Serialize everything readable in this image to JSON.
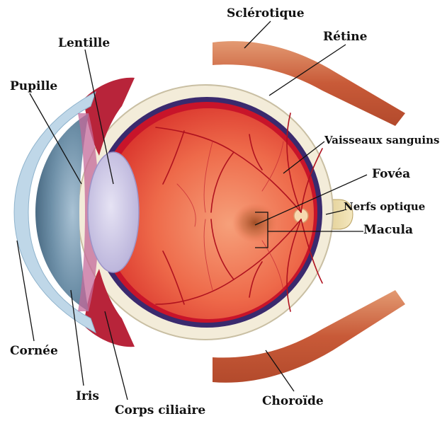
{
  "labels": {
    "sclerotique": "Sclérotique",
    "lentille": "Lentille",
    "retine": "Rétine",
    "pupille": "Pupille",
    "vaisseaux": "Vaisseaux sanguins",
    "fovea": "Fovéa",
    "nerfs": "Nerfs optique",
    "macula": "Macula",
    "cornee": "Cornée",
    "iris": "Iris",
    "choroide": "Choroïde",
    "corps": "Corps ciliaire"
  },
  "colors": {
    "sclera": "#f3ecd9",
    "choroid": "#3a2a6e",
    "retina_blood": "#c8142a",
    "vitreous": "#e8533f",
    "lens": "#cdc8e6",
    "iris": "#6f8fa8",
    "muscle": "#c7613f",
    "cornea": "#bfd7e8",
    "optic_nerve": "#ecd9a3",
    "macula": "#a0522d",
    "vessel": "#b0121f"
  }
}
